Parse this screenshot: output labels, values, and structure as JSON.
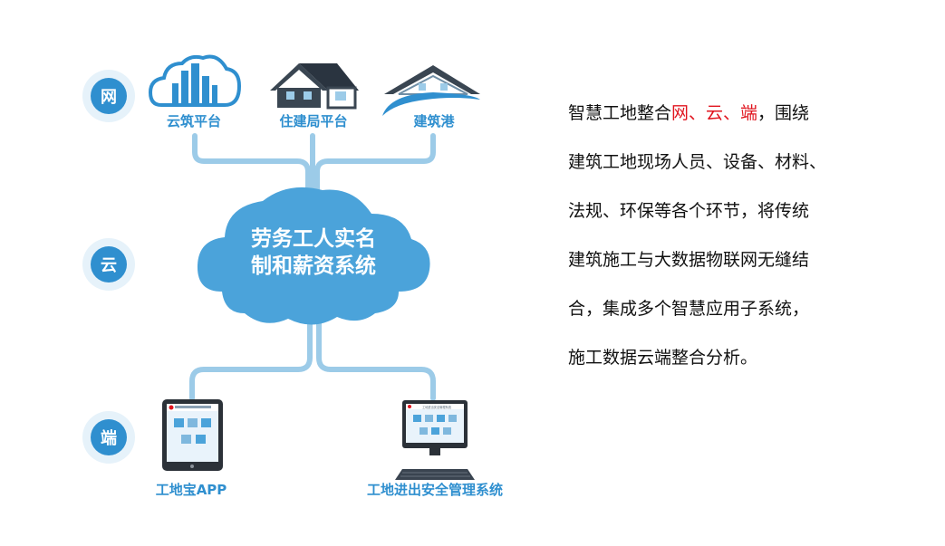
{
  "layers": {
    "net": "网",
    "cloud": "云",
    "terminal": "端"
  },
  "net_nodes": {
    "cloud_platform": "云筑平台",
    "housing_bureau": "住建局平台",
    "jianzhu_gang": "建筑港"
  },
  "cloud_core": {
    "line1": "劳务工人实名",
    "line2": "制和薪资系统"
  },
  "terminals": {
    "app": "工地宝APP",
    "pc": "工地进出安全管理系统",
    "screen_title": "工地进出安全管理系统"
  },
  "description": {
    "line1_prefix": "智慧工地整合",
    "line1_highlight": "网、云、端",
    "line1_suffix": "，围绕",
    "line2": "建筑工地现场人员、设备、材料、",
    "line3": "法规、环保等各个环节，将传统",
    "line4": "建筑施工与大数据物联网无缝结",
    "line5": "合，集成多个智慧应用子系统，",
    "line6": "施工数据云端整合分析。"
  },
  "colors": {
    "primary_blue": "#2f8fcf",
    "light_blue": "#9ccbe8",
    "pale_blue": "#e6f2fa",
    "highlight_red": "#e0141e"
  }
}
